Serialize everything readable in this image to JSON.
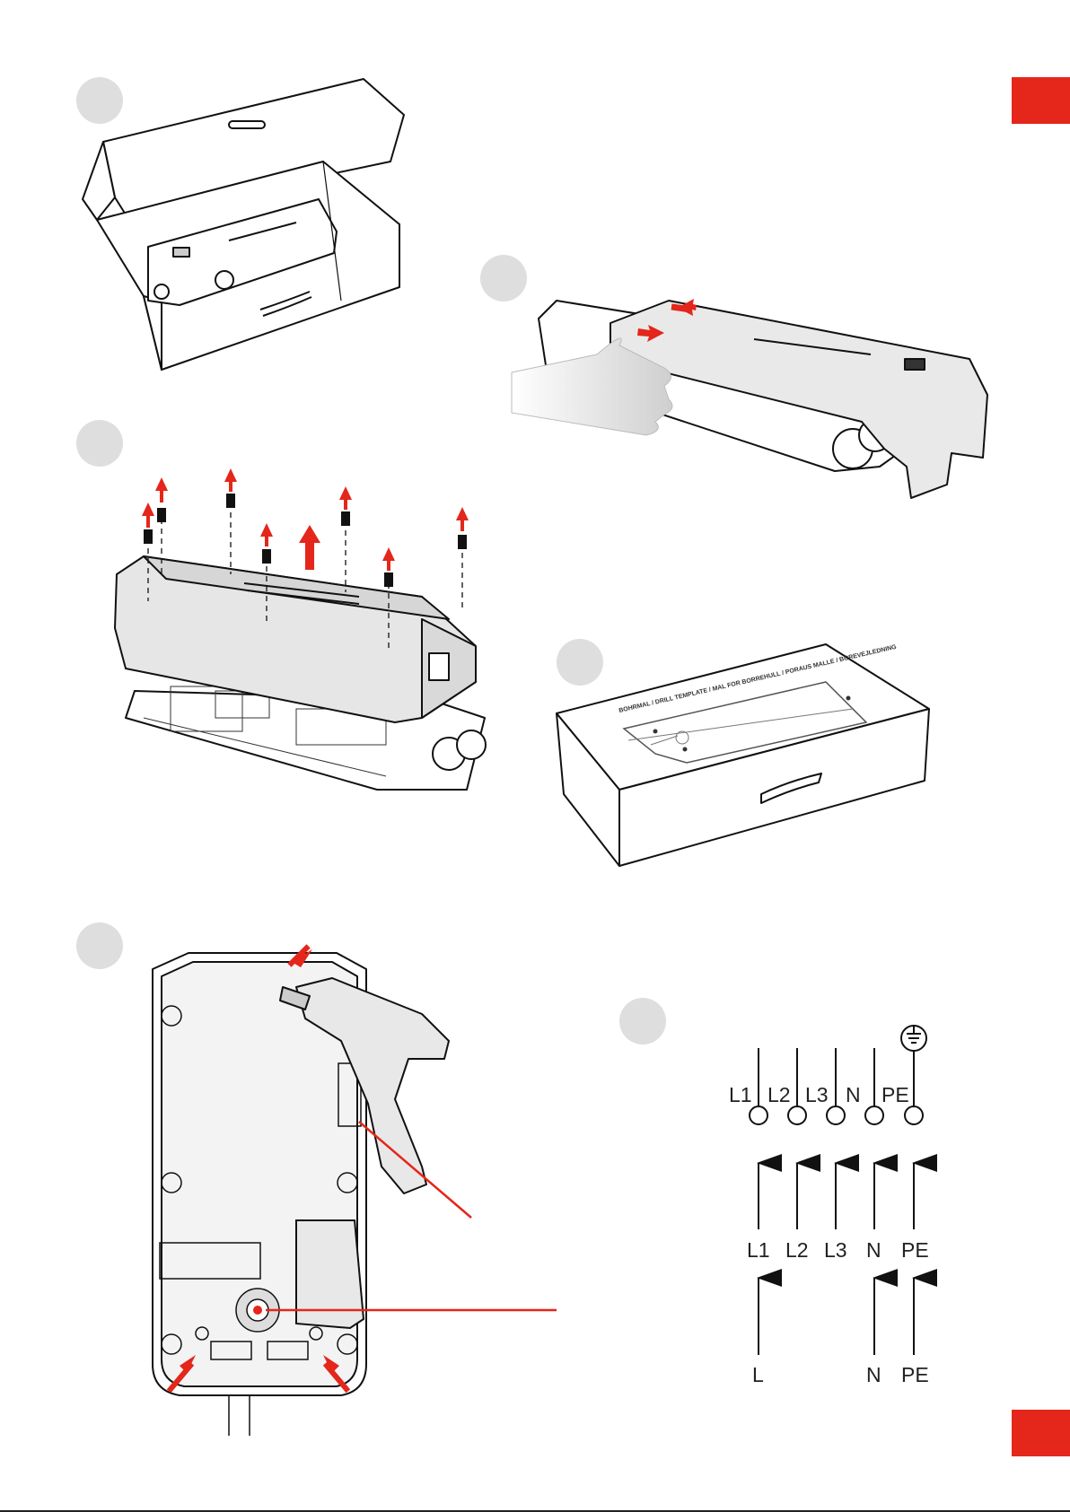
{
  "colors": {
    "accent": "#e4261b",
    "step_circle": "#dedede",
    "line": "#222222"
  },
  "template_box": {
    "lid_text": "BOHRMAL / DRILL TEMPLATE / MAL FOR BORREHULL / PORAUS MALLE / BOREVEJLEDNING"
  },
  "wiring": {
    "terminals": [
      "L1",
      "L2",
      "L3",
      "N",
      "PE"
    ],
    "earth_symbol": "protective-earth-symbol",
    "supply_3phase": [
      "L1",
      "L2",
      "L3",
      "N",
      "PE"
    ],
    "supply_1phase": [
      "L",
      "N",
      "PE"
    ]
  }
}
